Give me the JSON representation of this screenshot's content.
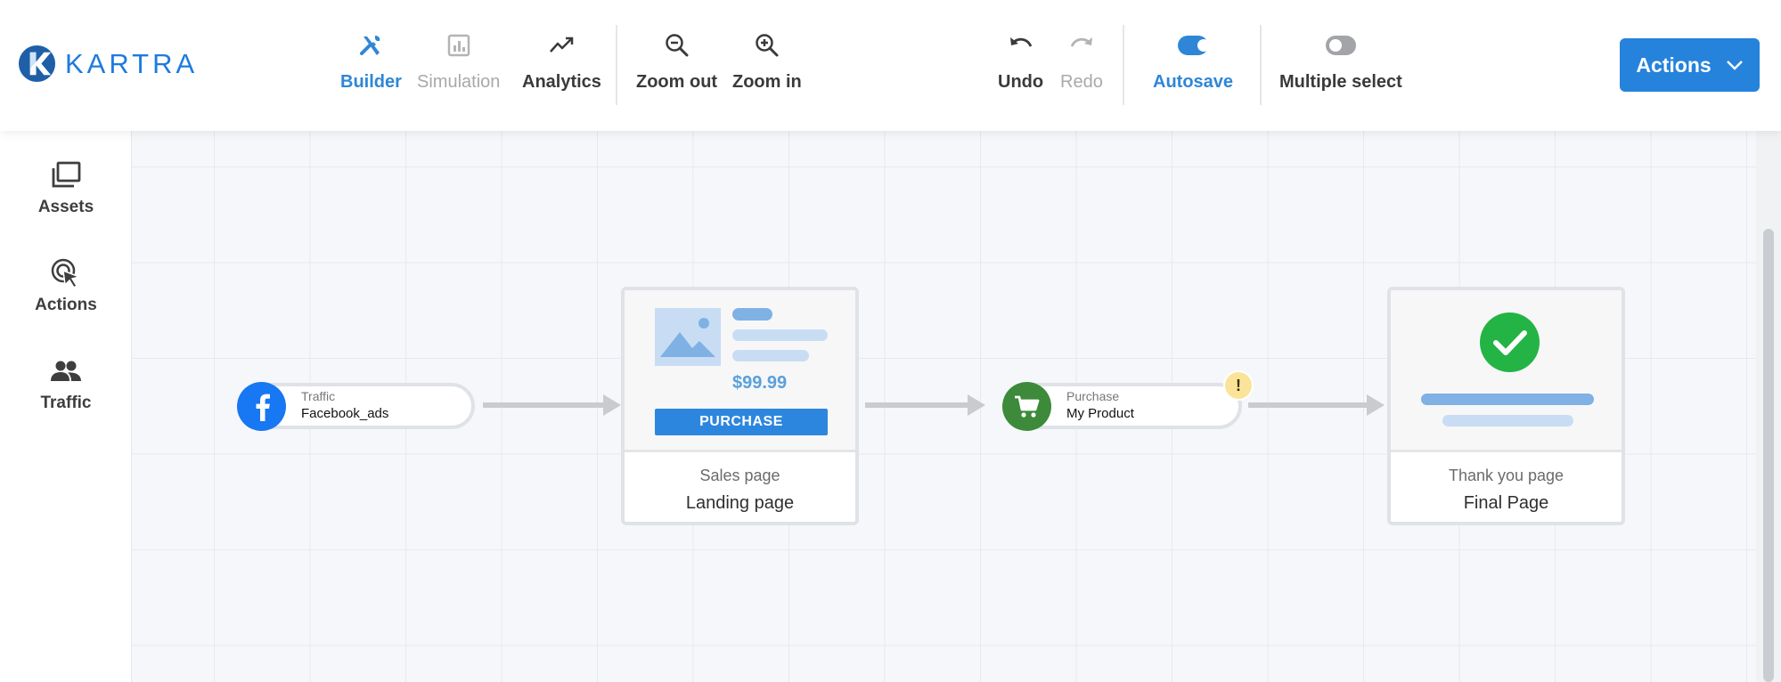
{
  "app": {
    "logo_text": "KARTRA"
  },
  "toolbar": {
    "builder": "Builder",
    "simulation": "Simulation",
    "analytics": "Analytics",
    "zoom_out": "Zoom out",
    "zoom_in": "Zoom in",
    "undo": "Undo",
    "redo": "Redo",
    "autosave": "Autosave",
    "multiple_select": "Multiple select",
    "actions": "Actions"
  },
  "toggles": {
    "autosave_on": true,
    "multiple_select_on": false
  },
  "sidebar": {
    "items": [
      {
        "label": "Assets",
        "icon": "assets-icon"
      },
      {
        "label": "Actions",
        "icon": "cursor-click-icon"
      },
      {
        "label": "Traffic",
        "icon": "people-icon"
      }
    ]
  },
  "funnel": {
    "traffic": {
      "type": "Traffic",
      "name": "Facebook_ads",
      "icon": "facebook-icon"
    },
    "sales_page": {
      "price": "$99.99",
      "button": "PURCHASE",
      "type": "Sales page",
      "name": "Landing page"
    },
    "purchase": {
      "type": "Purchase",
      "name": "My Product",
      "icon": "cart-icon",
      "warning": "!"
    },
    "thank_you": {
      "type": "Thank you page",
      "name": "Final Page"
    }
  },
  "colors": {
    "accent": "#2583dc",
    "facebook": "#1877f2",
    "purchase": "#3c8a3a",
    "success": "#23b445",
    "warning": "#fbe49a"
  }
}
